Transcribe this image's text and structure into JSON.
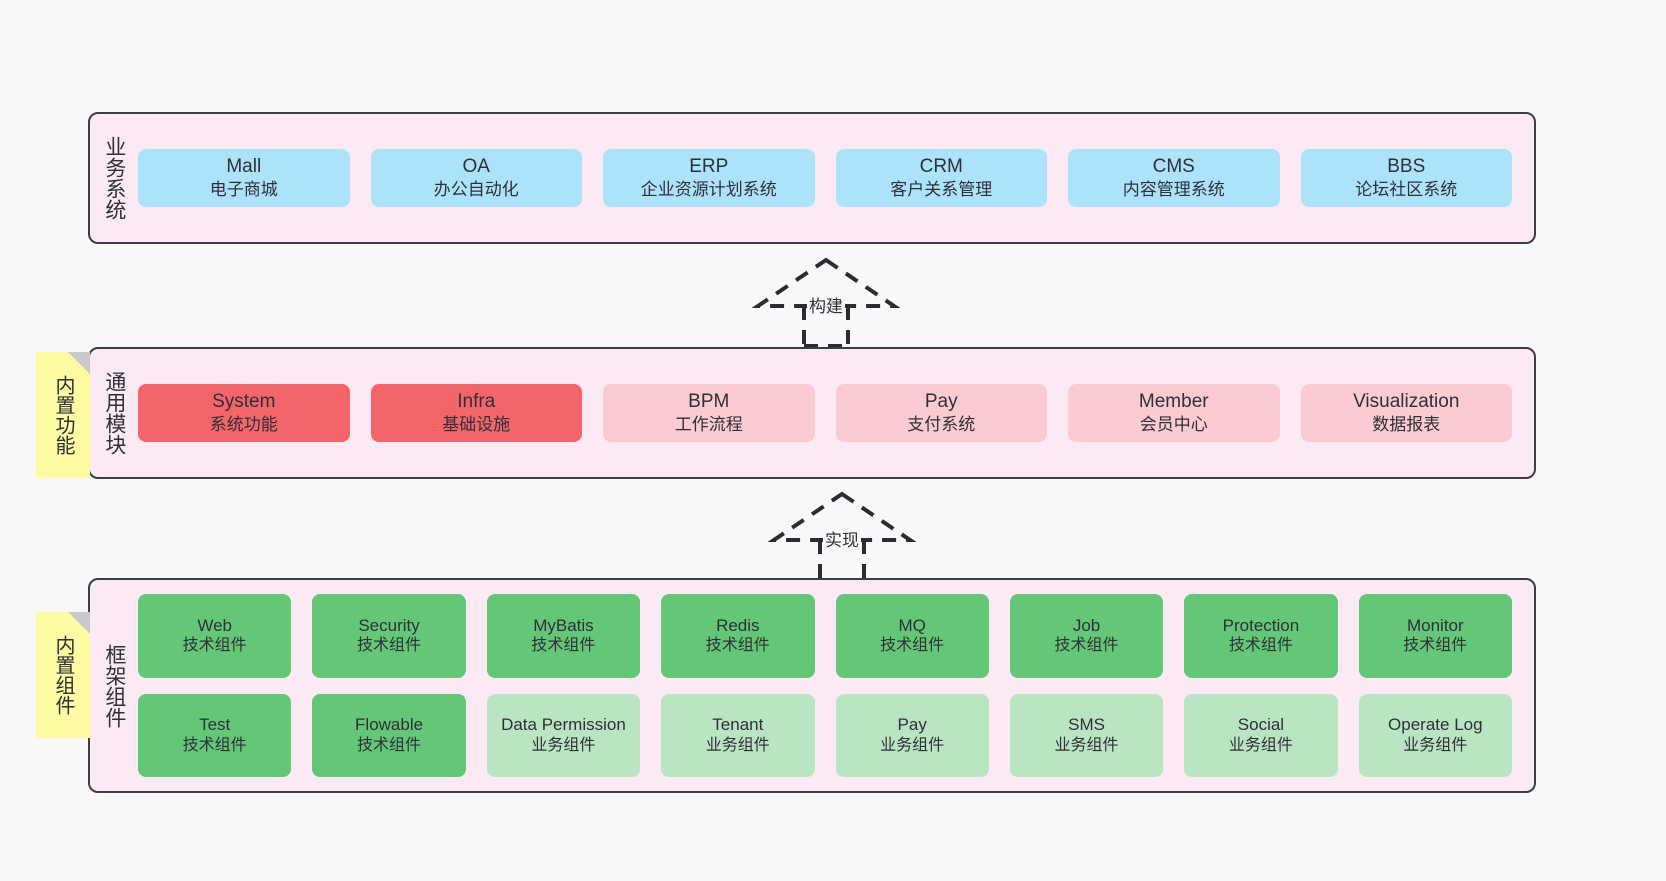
{
  "layers": [
    {
      "id": "business-systems",
      "label": "业务系统",
      "cards": [
        {
          "title": "Mall",
          "subtitle": "电子商城",
          "color": "#ace3fb"
        },
        {
          "title": "OA",
          "subtitle": "办公自动化",
          "color": "#ace3fb"
        },
        {
          "title": "ERP",
          "subtitle": "企业资源计划系统",
          "color": "#ace3fb"
        },
        {
          "title": "CRM",
          "subtitle": "客户关系管理",
          "color": "#ace3fb"
        },
        {
          "title": "CMS",
          "subtitle": "内容管理系统",
          "color": "#ace3fb"
        },
        {
          "title": "BBS",
          "subtitle": "论坛社区系统",
          "color": "#ace3fb"
        }
      ]
    },
    {
      "id": "common-modules",
      "label": "通用模块",
      "sticky": "内置功能",
      "cards": [
        {
          "title": "System",
          "subtitle": "系统功能",
          "color": "#f4656a"
        },
        {
          "title": "Infra",
          "subtitle": "基础设施",
          "color": "#f4656a"
        },
        {
          "title": "BPM",
          "subtitle": "工作流程",
          "color": "#fbcbd3"
        },
        {
          "title": "Pay",
          "subtitle": "支付系统",
          "color": "#fbcbd3"
        },
        {
          "title": "Member",
          "subtitle": "会员中心",
          "color": "#fbcbd3"
        },
        {
          "title": "Visualization",
          "subtitle": "数据报表",
          "color": "#fbcbd3"
        }
      ]
    },
    {
      "id": "framework-components",
      "label": "框架组件",
      "sticky": "内置组件",
      "cards": [
        {
          "title": "Web",
          "subtitle": "技术组件",
          "color": "#63c777"
        },
        {
          "title": "Security",
          "subtitle": "技术组件",
          "color": "#63c777"
        },
        {
          "title": "MyBatis",
          "subtitle": "技术组件",
          "color": "#63c777"
        },
        {
          "title": "Redis",
          "subtitle": "技术组件",
          "color": "#63c777"
        },
        {
          "title": "MQ",
          "subtitle": "技术组件",
          "color": "#63c777"
        },
        {
          "title": "Job",
          "subtitle": "技术组件",
          "color": "#63c777"
        },
        {
          "title": "Protection",
          "subtitle": "技术组件",
          "color": "#63c777"
        },
        {
          "title": "Monitor",
          "subtitle": "技术组件",
          "color": "#63c777"
        },
        {
          "title": "Test",
          "subtitle": "技术组件",
          "color": "#63c777"
        },
        {
          "title": "Flowable",
          "subtitle": "技术组件",
          "color": "#63c777"
        },
        {
          "title": "Data Permission",
          "subtitle": "业务组件",
          "color": "#b9e5c2"
        },
        {
          "title": "Tenant",
          "subtitle": "业务组件",
          "color": "#b9e5c2"
        },
        {
          "title": "Pay",
          "subtitle": "业务组件",
          "color": "#b9e5c2"
        },
        {
          "title": "SMS",
          "subtitle": "业务组件",
          "color": "#b9e5c2"
        },
        {
          "title": "Social",
          "subtitle": "业务组件",
          "color": "#b9e5c2"
        },
        {
          "title": "Operate Log",
          "subtitle": "业务组件",
          "color": "#b9e5c2"
        }
      ]
    }
  ],
  "connectors": [
    {
      "id": "build",
      "label": "构建"
    },
    {
      "id": "implement",
      "label": "实现"
    }
  ],
  "palette": {
    "panel_background": "#fbeaf4",
    "panel_border": "#3d3d47",
    "canvas_background": "#f8f8f8",
    "sticky_background": "#fcfaa2",
    "sticky_fold": "#c9c9cb",
    "business_card": "#ace3fb",
    "core_module_card": "#f4656a",
    "module_card": "#fbcbd3",
    "tech_component_card": "#63c777",
    "biz_component_card": "#b9e5c2",
    "text": "#2f2f38"
  }
}
